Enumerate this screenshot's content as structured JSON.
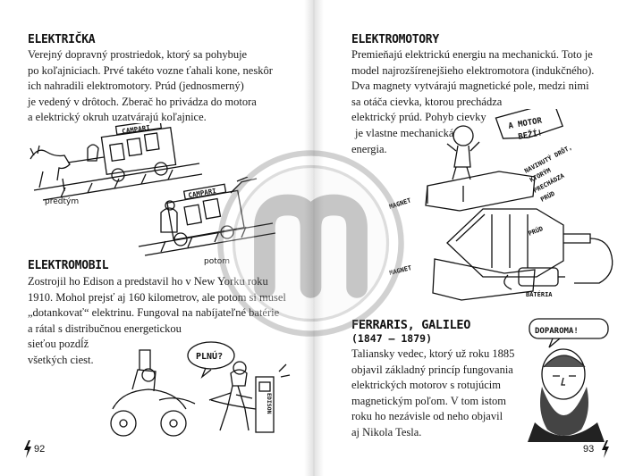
{
  "left_page": {
    "electricka": {
      "heading": "ELEKTRIČKA",
      "lines": [
        "Verejný dopravný prostriedok, ktorý sa pohybuje",
        "po koľajniciach. Prvé takéto vozne ťahali kone, neskôr",
        "ich nahradili elektromotory. Prúd (jednosmerný)",
        "je vedený v drôtoch. Zberač ho privádza do motora",
        "a elektrický okruh uzatvárajú koľajnice."
      ],
      "tram_sign": "CAMPARI",
      "caption_before": "predtým",
      "caption_after": "potom"
    },
    "elektromobil": {
      "heading": "ELEKTROMOBIL",
      "lines": [
        "Zostrojil ho Edison a predstavil ho v New Yorku roku",
        "1910. Mohol prejsť aj 160 kilometrov, ale potom si musel",
        "„dotankovať“ elektrinu. Fungoval na nabíjateľné batérie",
        "a rátal s distribučnou energetickou",
        "sieťou pozdĺž",
        "všetkých ciest."
      ],
      "speech": "PLNÚ?",
      "station_label": "EDISON"
    },
    "page_number": "92"
  },
  "right_page": {
    "elektromotory": {
      "heading": "ELEKTROMOTORY",
      "lines": [
        "Premieňajú elektrickú energiu na mechanickú. Toto je",
        "model najrozšírenejšieho elektromotora (indukčného).",
        "Dva magnety vytvárajú magnetické pole, medzi nimi",
        "sa otáča cievka, ktorou prechádza",
        "elektrický prúd. Pohyb cievky",
        "je vlastne mechanická",
        "energia."
      ],
      "speech_line1": "A MOTOR",
      "speech_line2": "BEŽÍ!",
      "label_magnet_top": "MAGNET",
      "label_magnet_bottom": "MAGNET",
      "label_wire_1": "NAVINUTÝ DRÔT,",
      "label_wire_2": "KTORÝM",
      "label_wire_3": "PRECHÁDZA",
      "label_wire_4": "PRÚD",
      "label_current": "PRÚD",
      "label_battery": "BATÉRIA"
    },
    "ferraris": {
      "heading": "FERRARIS, GALILEO",
      "dates": "(1847 – 1879)",
      "lines": [
        "Taliansky vedec, ktorý už roku 1885",
        "objavil základný princíp fungovania",
        "elektrických motorov s rotujúcim",
        "magnetickým poľom. V tom istom",
        "roku ho nezávisle od neho objavil",
        "aj Nikola Tesla."
      ],
      "speech": "DOPAROMA!"
    },
    "page_number": "93"
  }
}
